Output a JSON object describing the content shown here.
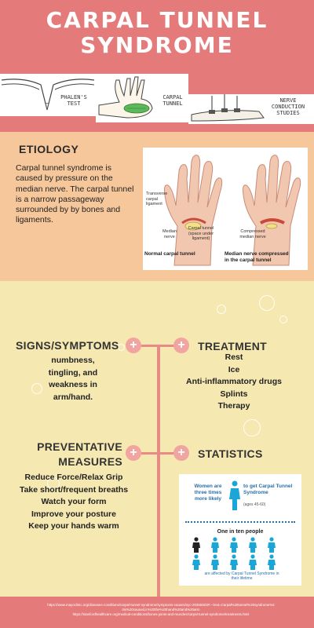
{
  "header": {
    "title_line1": "CARPAL TUNNEL",
    "title_line2": "SYNDROME"
  },
  "images": [
    {
      "caption_line1": "PHALEN'S",
      "caption_line2": "TEST",
      "icon": "phalens-test-illustration"
    },
    {
      "caption_line1": "CARPAL",
      "caption_line2": "TUNNEL",
      "icon": "carpal-tunnel-hand-illustration"
    },
    {
      "caption_line1": "NERVE",
      "caption_line2": "CONDUCTION",
      "caption_line3": "STUDIES",
      "icon": "nerve-conduction-illustration"
    }
  ],
  "etiology": {
    "title": "ETIOLOGY",
    "text": "Carpal tunnel syndrome is caused by pressure on the median nerve. The carpal tunnel is a narrow passageway surrounded by by bones and ligaments.",
    "figure": {
      "label_ligament": "Transverse carpal ligament",
      "label_median": "Median nerve",
      "label_space": "Carpal tunnel (space under ligament)",
      "label_compressed": "Compressed median nerve",
      "caption_left": "Normal carpal tunnel",
      "caption_right_line1": "Median nerve compressed",
      "caption_right_line2": "in the carpal tunnel"
    }
  },
  "signs": {
    "title": "SIGNS/SYMPTOMS",
    "lines": [
      "numbness,",
      "tingling, and",
      "weakness in",
      "arm/hand."
    ]
  },
  "treatment": {
    "title": "TREATMENT",
    "items": [
      "Rest",
      "Ice",
      "Anti-inflammatory drugs",
      "Splints",
      "Therapy"
    ]
  },
  "prevention": {
    "title_line1": "PREVENTATIVE",
    "title_line2": "MEASURES",
    "items": [
      "Reduce Force/Relax Grip",
      "Take short/frequent breaths",
      "Watch your form",
      "Improve your posture",
      "Keep your hands warm"
    ]
  },
  "statistics": {
    "title": "STATISTICS",
    "women_text": "Women are three times more likely",
    "carpal_text": "to get Carpal Tunnel Syndrome",
    "ages": "(ages 45-60)",
    "one_in_ten": "One in ten people",
    "affected_text": "are affected by Carpal Tunnel Syndrome in their lifetime"
  },
  "plus_symbol": "+",
  "references": {
    "line1": "https://www.mayoclinic.org/diseases-conditions/carpal-tunnel-syndrome/symptoms-causes/syc-20355603#:~:text=Carpal%20tunnel%20syndrome%20is%20caused,in%20the%20hand%20and%20arm",
    "line2": "https://stanfordhealthcare.org/medical-conditions/bones-joints-and-muscles/carpal-tunnel-syndrome/treatments.html"
  },
  "colors": {
    "coral": "#e47a7a",
    "peach": "#f6c79b",
    "cream": "#f6e8b1",
    "pink_line": "#e88a86",
    "stat_blue": "#2a6fa8",
    "stat_teal": "#1aa6d6"
  }
}
